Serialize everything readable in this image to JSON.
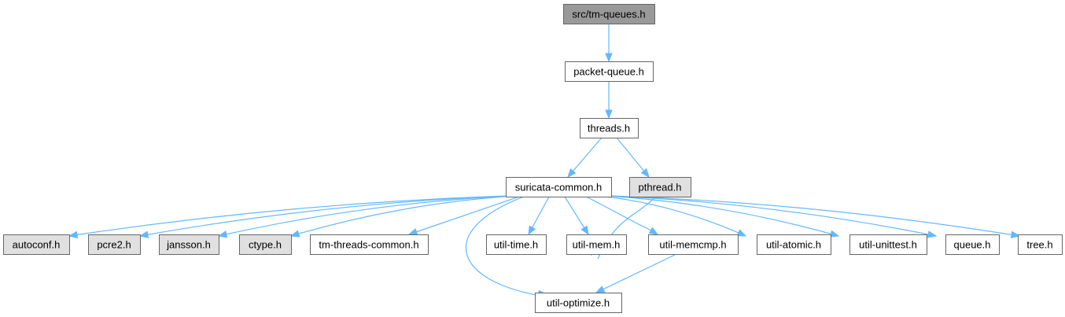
{
  "colors": {
    "edge": "#63b8ff",
    "root_fill": "#999999",
    "local_fill": "#ffffff",
    "system_fill": "#e0e0e0",
    "border": "#666666"
  },
  "nodes": [
    {
      "id": "n_root",
      "label": "src/tm-queues.h",
      "kind": "root"
    },
    {
      "id": "n_pq",
      "label": "packet-queue.h",
      "kind": "local"
    },
    {
      "id": "n_threads",
      "label": "threads.h",
      "kind": "local"
    },
    {
      "id": "n_common",
      "label": "suricata-common.h",
      "kind": "local"
    },
    {
      "id": "n_pthread",
      "label": "pthread.h",
      "kind": "system"
    },
    {
      "id": "n_autoconf",
      "label": "autoconf.h",
      "kind": "system"
    },
    {
      "id": "n_pcre2",
      "label": "pcre2.h",
      "kind": "system"
    },
    {
      "id": "n_jansson",
      "label": "jansson.h",
      "kind": "system"
    },
    {
      "id": "n_ctype",
      "label": "ctype.h",
      "kind": "system"
    },
    {
      "id": "n_tmtc",
      "label": "tm-threads-common.h",
      "kind": "local"
    },
    {
      "id": "n_time",
      "label": "util-time.h",
      "kind": "local"
    },
    {
      "id": "n_mem",
      "label": "util-mem.h",
      "kind": "local"
    },
    {
      "id": "n_memcmp",
      "label": "util-memcmp.h",
      "kind": "local"
    },
    {
      "id": "n_atomic",
      "label": "util-atomic.h",
      "kind": "local"
    },
    {
      "id": "n_unittest",
      "label": "util-unittest.h",
      "kind": "local"
    },
    {
      "id": "n_queue",
      "label": "queue.h",
      "kind": "local"
    },
    {
      "id": "n_tree",
      "label": "tree.h",
      "kind": "local"
    },
    {
      "id": "n_optimize",
      "label": "util-optimize.h",
      "kind": "local"
    }
  ],
  "edges": [
    {
      "from": "n_root",
      "to": "n_pq"
    },
    {
      "from": "n_pq",
      "to": "n_threads"
    },
    {
      "from": "n_threads",
      "to": "n_common"
    },
    {
      "from": "n_threads",
      "to": "n_pthread"
    },
    {
      "from": "n_common",
      "to": "n_autoconf"
    },
    {
      "from": "n_common",
      "to": "n_pcre2"
    },
    {
      "from": "n_common",
      "to": "n_jansson"
    },
    {
      "from": "n_common",
      "to": "n_ctype"
    },
    {
      "from": "n_common",
      "to": "n_tmtc"
    },
    {
      "from": "n_common",
      "to": "n_optimize"
    },
    {
      "from": "n_common",
      "to": "n_time"
    },
    {
      "from": "n_common",
      "to": "n_mem"
    },
    {
      "from": "n_common",
      "to": "n_memcmp"
    },
    {
      "from": "n_common",
      "to": "n_atomic"
    },
    {
      "from": "n_common",
      "to": "n_unittest"
    },
    {
      "from": "n_common",
      "to": "n_queue"
    },
    {
      "from": "n_common",
      "to": "n_tree"
    },
    {
      "from": "n_memcmp",
      "to": "n_common"
    },
    {
      "from": "n_memcmp",
      "to": "n_optimize"
    }
  ]
}
